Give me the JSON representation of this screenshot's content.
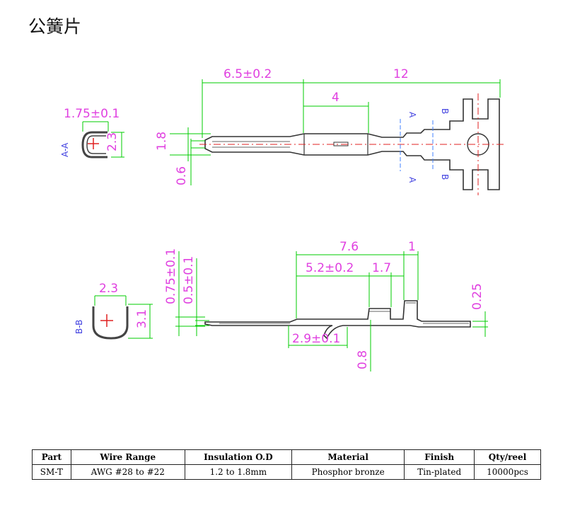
{
  "title": "公簧片",
  "dimensions": {
    "top_width": "1.75±0.1",
    "top_height": "2.3",
    "section_aa": "A-A",
    "pin_dia": "1.8",
    "pin_tip": "0.6",
    "len_front": "6.5±0.2",
    "len_total": "12",
    "len_mid": "4",
    "mark_a": "A",
    "mark_b": "B",
    "bot_width": "2.3",
    "bot_height": "3.1",
    "section_bb": "B-B",
    "thick_a": "0.75±0.1",
    "thick_b": "0.5±0.1",
    "len_76": "7.6",
    "len_1": "1",
    "len_52": "5.2±0.2",
    "len_17": "1.7",
    "len_29": "2.9±0.1",
    "h_025": "0.25",
    "h_08": "0.8"
  },
  "table": {
    "headers": [
      "Part",
      "Wire Range",
      "Insulation O.D",
      "Material",
      "Finish",
      "Qty/reel"
    ],
    "rows": [
      [
        "SM-T",
        "AWG #28 to #22",
        "1.2 to 1.8mm",
        "Phosphor bronze",
        "Tin-plated",
        "10000pcs"
      ]
    ]
  }
}
